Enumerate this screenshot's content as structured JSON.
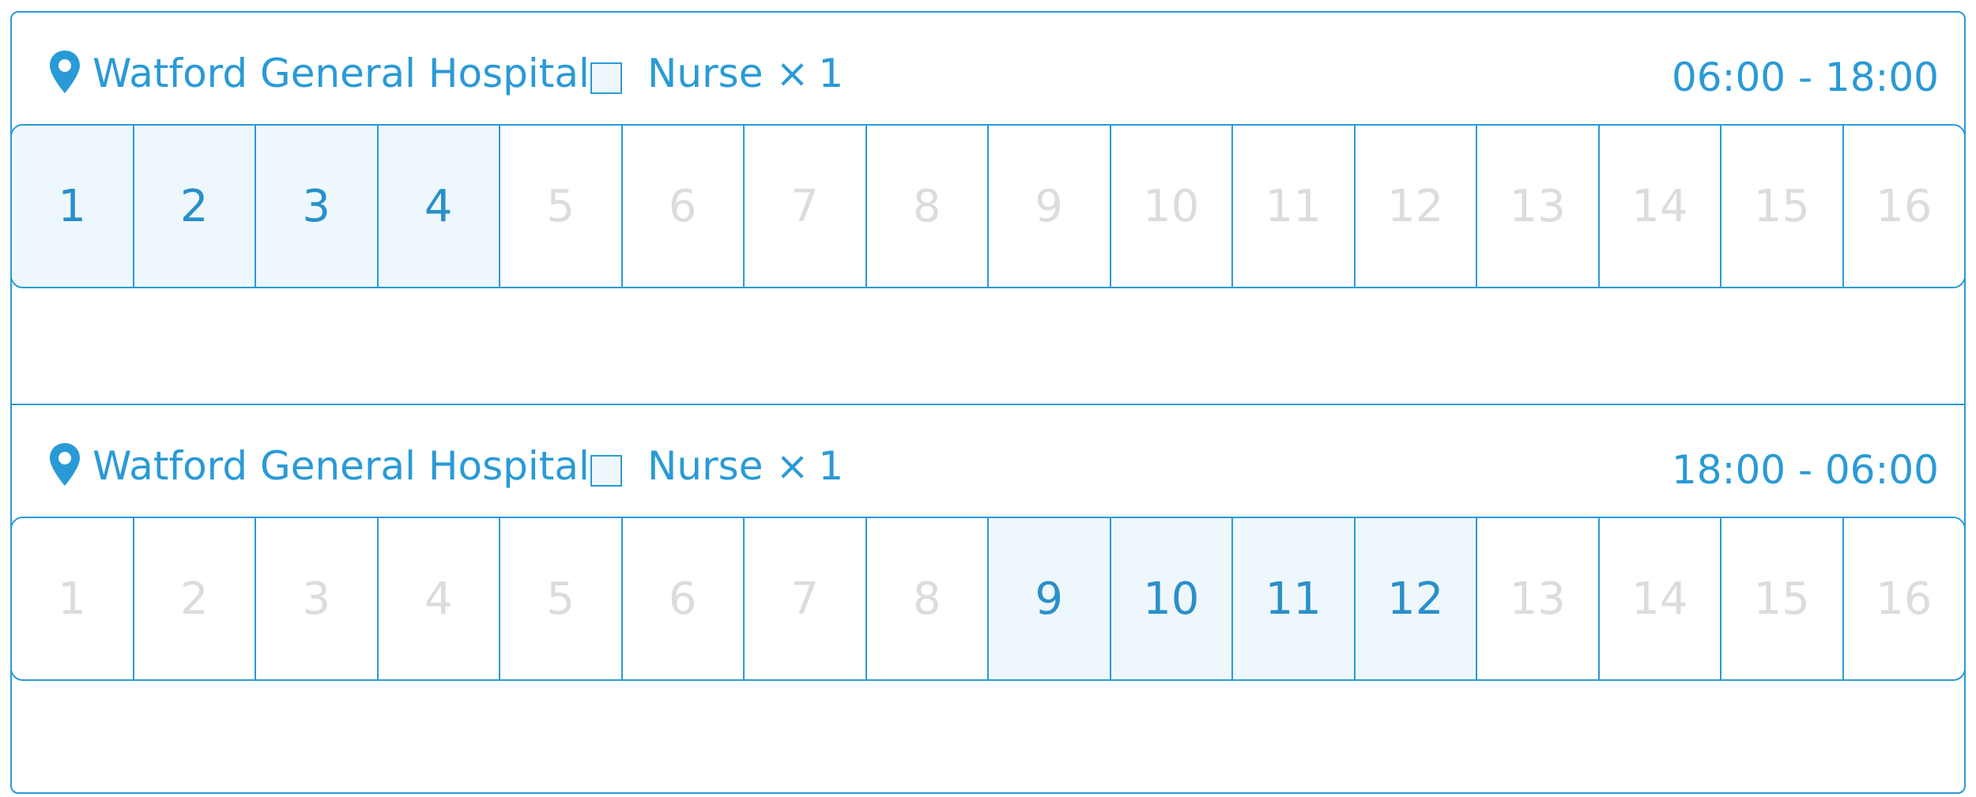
{
  "colors": {
    "accent": "#2a9ad6",
    "active_fill": "#eef8fc",
    "inactive_text": "#dcdcdc"
  },
  "shifts": [
    {
      "location_icon": "map-pin-icon",
      "location": "Watford General Hospital",
      "role": "Nurse",
      "times_sign": "×",
      "count": "1",
      "time_range": "06:00 - 18:00",
      "slots": [
        {
          "label": "1",
          "active": true
        },
        {
          "label": "2",
          "active": true
        },
        {
          "label": "3",
          "active": true
        },
        {
          "label": "4",
          "active": true
        },
        {
          "label": "5",
          "active": false
        },
        {
          "label": "6",
          "active": false
        },
        {
          "label": "7",
          "active": false
        },
        {
          "label": "8",
          "active": false
        },
        {
          "label": "9",
          "active": false
        },
        {
          "label": "10",
          "active": false
        },
        {
          "label": "11",
          "active": false
        },
        {
          "label": "12",
          "active": false
        },
        {
          "label": "13",
          "active": false
        },
        {
          "label": "14",
          "active": false
        },
        {
          "label": "15",
          "active": false
        },
        {
          "label": "16",
          "active": false
        }
      ]
    },
    {
      "location_icon": "map-pin-icon",
      "location": "Watford General Hospital",
      "role": "Nurse",
      "times_sign": "×",
      "count": "1",
      "time_range": "18:00 - 06:00",
      "slots": [
        {
          "label": "1",
          "active": false
        },
        {
          "label": "2",
          "active": false
        },
        {
          "label": "3",
          "active": false
        },
        {
          "label": "4",
          "active": false
        },
        {
          "label": "5",
          "active": false
        },
        {
          "label": "6",
          "active": false
        },
        {
          "label": "7",
          "active": false
        },
        {
          "label": "8",
          "active": false
        },
        {
          "label": "9",
          "active": true
        },
        {
          "label": "10",
          "active": true
        },
        {
          "label": "11",
          "active": true
        },
        {
          "label": "12",
          "active": true
        },
        {
          "label": "13",
          "active": false
        },
        {
          "label": "14",
          "active": false
        },
        {
          "label": "15",
          "active": false
        },
        {
          "label": "16",
          "active": false
        }
      ]
    }
  ]
}
